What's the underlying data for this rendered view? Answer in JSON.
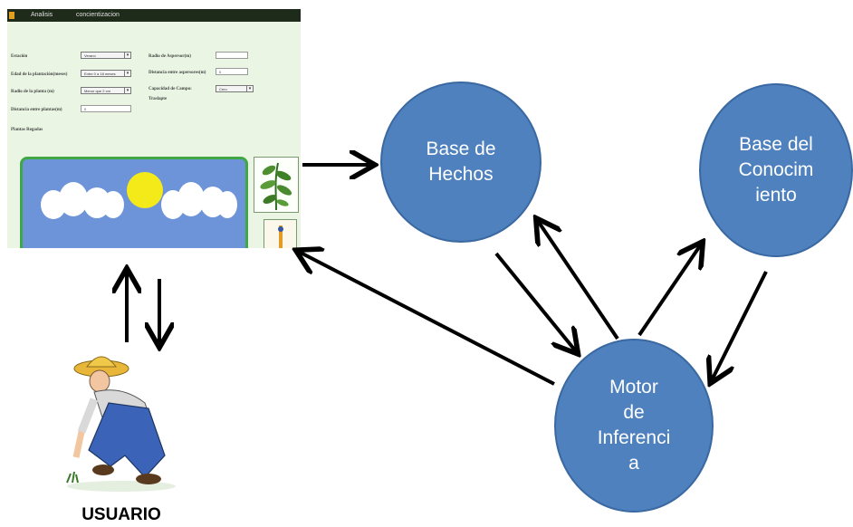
{
  "app": {
    "menu": [
      "Analisis",
      "concientizacion"
    ],
    "fields": {
      "estacion": "Estación",
      "estacion_value": "Verano",
      "edad": "Edad de la plantación(meses)",
      "edad_value": "Entre 0 a 18 meses",
      "radio_planta": "Radio de la planta (m)",
      "radio_planta_value": "Menor que 2 cm",
      "distancia_plantas": "Distancia entre plantas(m)",
      "distancia_plantas_value": "0",
      "radio_aspersor": "Radio de Aspersor(m)",
      "distancia_aspersores": "Distancia entre aspersores(m)",
      "distancia_aspersores_value": "0",
      "capacidad_campo": "Capacidad de Campo:",
      "capacidad_campo_value": "Cero",
      "trasplante": "Traslapte",
      "plantas_regadas": "Plantas Regadas"
    }
  },
  "nodes": {
    "base_hechos": "Base  de\nHechos",
    "base_conocimiento": "Base del\nConocim\niento",
    "motor": "Motor\nde\nInferenci\na"
  },
  "user_label": "USUARIO",
  "colors": {
    "node_fill": "#4e81be",
    "node_border": "#3a68a0",
    "scene_sky": "#6d93d9",
    "scene_border": "#3fa744"
  },
  "icons": [
    "farmer-icon",
    "sun-icon",
    "cloud-icon",
    "plant-icon",
    "sprinkler-icon"
  ]
}
